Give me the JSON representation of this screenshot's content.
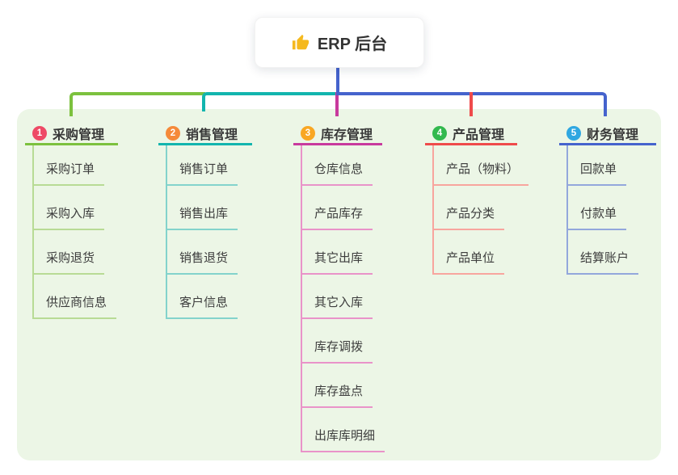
{
  "root": {
    "label": "ERP 后台",
    "icon": "thumbs-up-icon"
  },
  "branches": [
    {
      "id": "1",
      "label": "采购管理",
      "color": "#7cc13e",
      "light_color": "#b8db95",
      "badge_color": "#ee4a66",
      "children": [
        "采购订单",
        "采购入库",
        "采购退货",
        "供应商信息"
      ]
    },
    {
      "id": "2",
      "label": "销售管理",
      "color": "#12b5ae",
      "light_color": "#83d3cc",
      "badge_color": "#f58a3a",
      "children": [
        "销售订单",
        "销售出库",
        "销售退货",
        "客户信息"
      ]
    },
    {
      "id": "3",
      "label": "库存管理",
      "color": "#c83a9d",
      "light_color": "#e993c9",
      "badge_color": "#f9a723",
      "children": [
        "仓库信息",
        "产品库存",
        "其它出库",
        "其它入库",
        "库存调拨",
        "库存盘点",
        "出库库明细"
      ]
    },
    {
      "id": "4",
      "label": "产品管理",
      "color": "#ef4b4b",
      "light_color": "#f8a59e",
      "badge_color": "#33b94e",
      "children": [
        "产品（物料）",
        "产品分类",
        "产品单位"
      ]
    },
    {
      "id": "5",
      "label": "财务管理",
      "color": "#4563cd",
      "light_color": "#93a7dc",
      "badge_color": "#2fa7e1",
      "children": [
        "回款单",
        "付款单",
        "结算账户"
      ]
    }
  ],
  "canvas": {
    "background": "#ffffff",
    "panel_background": "#ecf6e6",
    "root_line_color": "#4563cd",
    "icon_color": "#f5b91e",
    "text_color": "#3a3a3a"
  }
}
